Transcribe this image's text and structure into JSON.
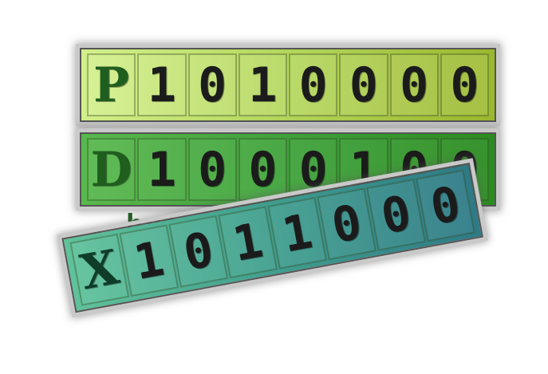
{
  "strips": {
    "p": {
      "letter": "P",
      "bits": [
        "1",
        "0",
        "1",
        "0",
        "0",
        "0",
        "0"
      ]
    },
    "d": {
      "letter": "D",
      "bits": [
        "1",
        "0",
        "0",
        "0",
        "1",
        "0",
        "0"
      ]
    },
    "x": {
      "letter": "X",
      "bits": [
        "1",
        "0",
        "1",
        "1",
        "0",
        "0",
        "0"
      ]
    }
  },
  "label": "byte",
  "colors": {
    "p_strip": "#b3d65a",
    "d_strip": "#3ea23a",
    "x_strip": "#3f9e8e",
    "label_text": "#1f5e1f"
  }
}
